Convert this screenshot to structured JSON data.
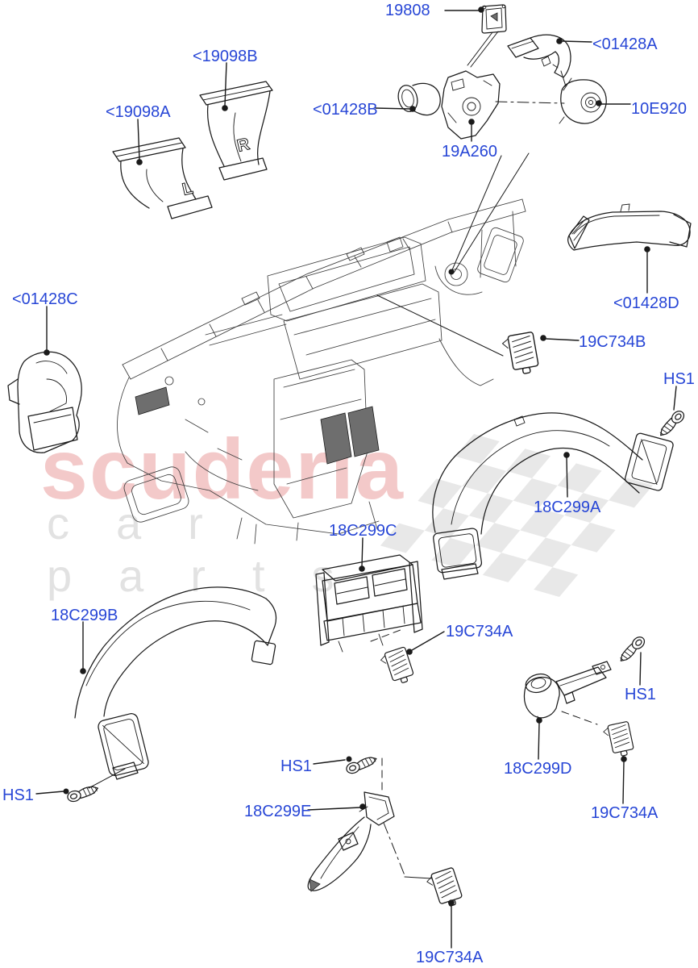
{
  "colors": {
    "label_blue": "#2746d6",
    "line_black": "#1a1a1a",
    "watermark_pink": "#f3c9c9",
    "watermark_gray": "#e2e2e2",
    "flag_gray": "#e4e4e4"
  },
  "watermark": {
    "brand": "scuderia",
    "tagline": "car parts"
  },
  "diagram": {
    "description": "Exploded parts diagram - air distribution ducts and vents",
    "part_letters": {
      "left_duct": "L",
      "right_duct": "R"
    },
    "labels": [
      {
        "id": "19808",
        "text": "19808"
      },
      {
        "id": "01428A",
        "text": "<01428A"
      },
      {
        "id": "10E920",
        "text": "10E920"
      },
      {
        "id": "01428B",
        "text": "<01428B"
      },
      {
        "id": "19A260",
        "text": "19A260"
      },
      {
        "id": "19098B",
        "text": "<19098B"
      },
      {
        "id": "19098A",
        "text": "<19098A"
      },
      {
        "id": "01428C",
        "text": "<01428C"
      },
      {
        "id": "01428D",
        "text": "<01428D"
      },
      {
        "id": "19C734B",
        "text": "19C734B"
      },
      {
        "id": "HS1_right",
        "text": "HS1"
      },
      {
        "id": "18C299A",
        "text": "18C299A"
      },
      {
        "id": "18C299C",
        "text": "18C299C"
      },
      {
        "id": "18C299B",
        "text": "18C299B"
      },
      {
        "id": "19C734A_mid",
        "text": "19C734A"
      },
      {
        "id": "HS1_bottom_left",
        "text": "HS1"
      },
      {
        "id": "HS1_bottom_mid",
        "text": "HS1"
      },
      {
        "id": "18C299E",
        "text": "18C299E"
      },
      {
        "id": "19C734A_bottom",
        "text": "19C734A"
      },
      {
        "id": "HS1_lower_right",
        "text": "HS1"
      },
      {
        "id": "18C299D",
        "text": "18C299D"
      },
      {
        "id": "19C734A_right",
        "text": "19C734A"
      }
    ]
  }
}
